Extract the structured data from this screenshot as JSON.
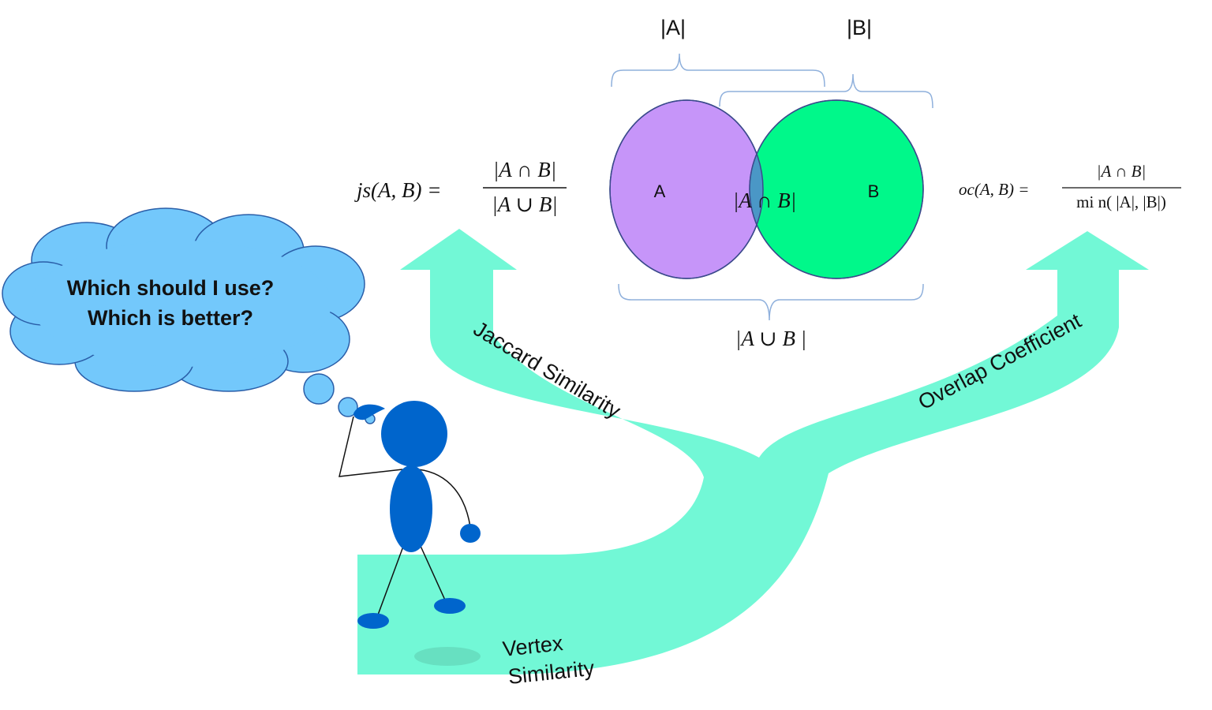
{
  "thought": {
    "line1": "Which should I use?",
    "line2": "Which is better?"
  },
  "venn": {
    "set_a": "A",
    "set_b": "B",
    "brace_a": "|A|",
    "brace_b": "|B|",
    "intersection": "|A ∩ B|",
    "union": "|A ∪ B |"
  },
  "jaccard": {
    "lhs": "js(A, B) =",
    "numerator": "|A ∩ B|",
    "denominator": "|A ∪ B|"
  },
  "overlap": {
    "lhs": "oc(A, B) =",
    "numerator": "|A ∩ B|",
    "denominator": "mi n( |A|, |B|)"
  },
  "arrows": {
    "jaccard_label": "Jaccard Similarity",
    "overlap_label": "Overlap Coefficient",
    "base_label_line1": "Vertex",
    "base_label_line2": "Similarity"
  },
  "colors": {
    "arrow": "#72F8D6",
    "set_a": "#C695F9",
    "set_b": "#00F88A",
    "intersection": "#4A97C6",
    "person": "#0065CC",
    "cloud": "#73C8FB",
    "brace": "#8FB0DC"
  }
}
